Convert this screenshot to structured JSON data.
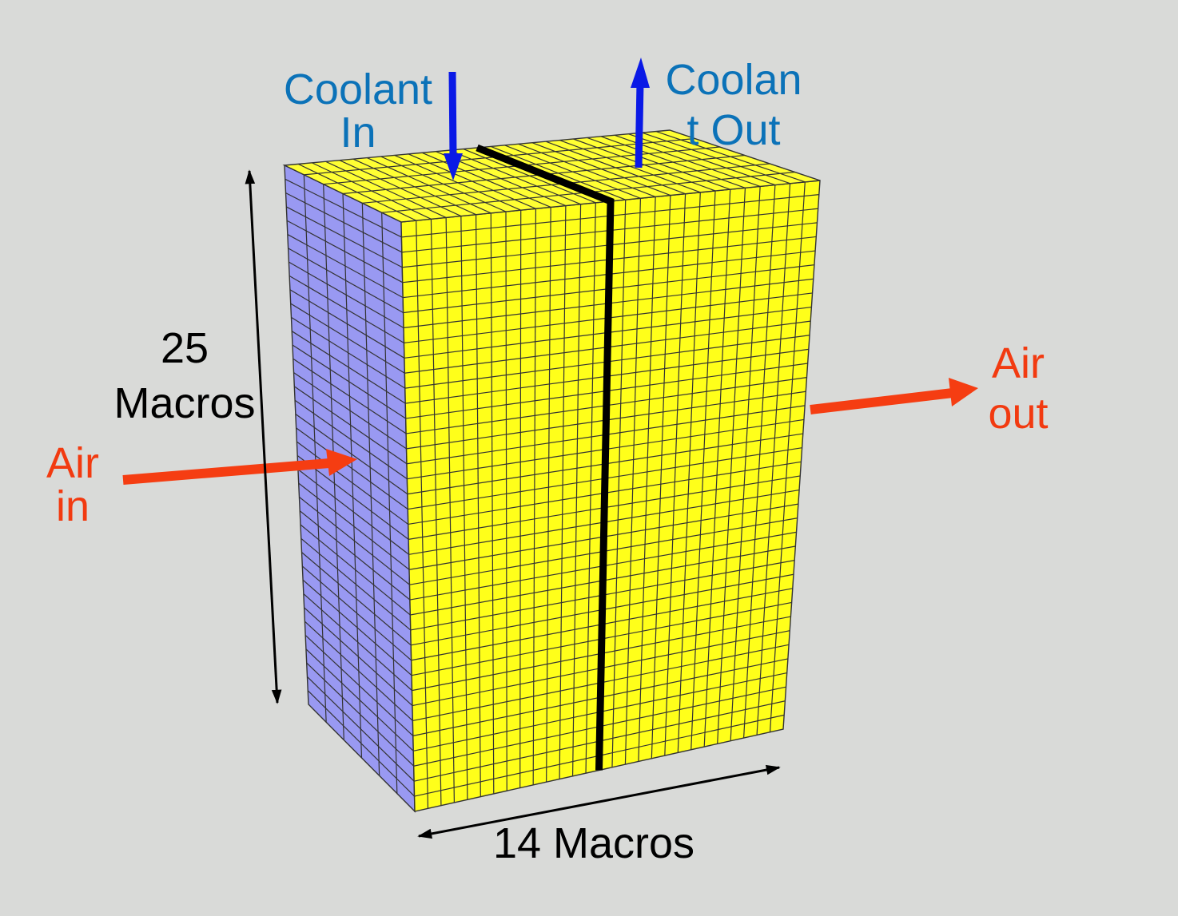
{
  "colors": {
    "background": "#d9dad8",
    "top_face": "#ffff33",
    "front_face": "#ffff1a",
    "side_face": "#9999f2",
    "grid_line": "#333333",
    "coolant": "#0a19e6",
    "coolant_text": "#0b72b8",
    "air": "#f53d12",
    "air_text": "#f23a10",
    "dimension": "#000000",
    "divider": "#000000"
  },
  "mesh": {
    "front_columns": 14,
    "rows": 25,
    "side_columns": 6
  },
  "labels": {
    "coolant_in_line1": "Coolant",
    "coolant_in_line2": "In",
    "coolant_out_line1": "Coolan",
    "coolant_out_line2": "t Out",
    "air_in_line1": "Air",
    "air_in_line2": "in",
    "air_out_line1": "Air",
    "air_out_line2": "out",
    "height_line1": "25",
    "height_line2": "Macros",
    "width": "14 Macros"
  },
  "icons": {
    "coolant_in": "arrow-down-icon",
    "coolant_out": "arrow-up-icon",
    "air_in": "arrow-right-icon",
    "air_out": "arrow-right-icon",
    "height_dimension": "double-arrow-vertical-icon",
    "width_dimension": "double-arrow-horizontal-icon"
  }
}
